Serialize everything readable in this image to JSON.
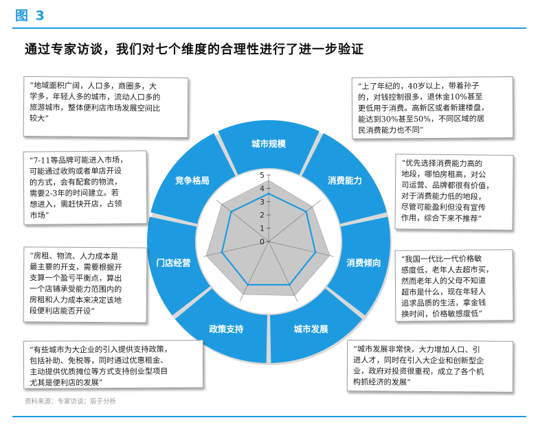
{
  "figure_label": "图 3",
  "headline": "通过专家访谈，我们对七个维度的合理性进行了进一步验证",
  "source_note": "资料来源：专家访谈；辰于分析",
  "colors": {
    "accent": "#1e9be0",
    "radar_line": "#1e9be0",
    "radar_area": "#c8c8c8"
  },
  "dimensions": [
    "城市规模",
    "消费能力",
    "消费倾向",
    "城市发展",
    "政策支持",
    "门店经营",
    "竞争格局"
  ],
  "chart_data": {
    "type": "radar",
    "categories": [
      "城市规模",
      "消费能力",
      "消费倾向",
      "城市发展",
      "政策支持",
      "门店经营",
      "竞争格局"
    ],
    "tick_labels": [
      "0",
      "1",
      "2",
      "3",
      "4",
      "5"
    ],
    "range": [
      0,
      5
    ],
    "series": [
      {
        "values": [
          4.6,
          4.2,
          4.7,
          4.5,
          4.4,
          4.8,
          4.5
        ]
      },
      {
        "values": [
          3.6,
          3.6,
          3.6,
          3.6,
          3.6,
          3.6,
          3.6
        ]
      }
    ]
  },
  "quotes": [
    {
      "text": "“地域面积广阔，人口多，商圈多，大\n学多，年轻人多的城市，流动人口多的\n旅游城市，整体便利店市场发展空间比\n较大”"
    },
    {
      "text": "“上了年纪的，40岁以上，带着孙子\n的，对钱控制很多，退休金10%甚至\n更低用于消费。高新区或者新建楼盘，\n能达到30%甚至50%，不同区域的居\n民消费能力也不同”"
    },
    {
      "text": "“7-11等品牌可能进入市场，\n可能通过收购或者单店开设\n的方式，会有配套的物流，\n需要2-3年的时间建立。若\n想进入，需赶快开店，占领\n市场”"
    },
    {
      "text": "“优先选择消费能力高的\n地段，哪怕房租高，对公\n司运营、品牌都很有价值，\n对于消费能力低的地段，\n尽管可能盈利但没有宣传\n作用，综合下来不推荐”"
    },
    {
      "text": "“房租、物流、人力成本是\n最主要的开支，需要根据开\n支算一个盈亏平衡点，算出\n一个店铺承受能力范围内的\n房租和人力成本来决定该地\n段便利店能否开设”"
    },
    {
      "text": "“我国一代比一代价格敏\n感度低，老年人去超市买，\n然而老年人的父母不知道\n超市是什么，现在年轻人\n追求品质的生活，拿金钱\n换时间，价格敏感度低”"
    },
    {
      "text": "“有些城市为大企业的引入提供支持政策，\n包括补助、免税等，同时通过优惠租金、\n主动提供优质摊位等方式支持创业型项目\n尤其是便利店的发展”"
    },
    {
      "text": "“城市发展非常快，大力增加人口、引\n进人才，同时在引入大企业和创新型企\n业，政府对投资很重视，成立了各个机\n构抓经济的发展”"
    }
  ]
}
